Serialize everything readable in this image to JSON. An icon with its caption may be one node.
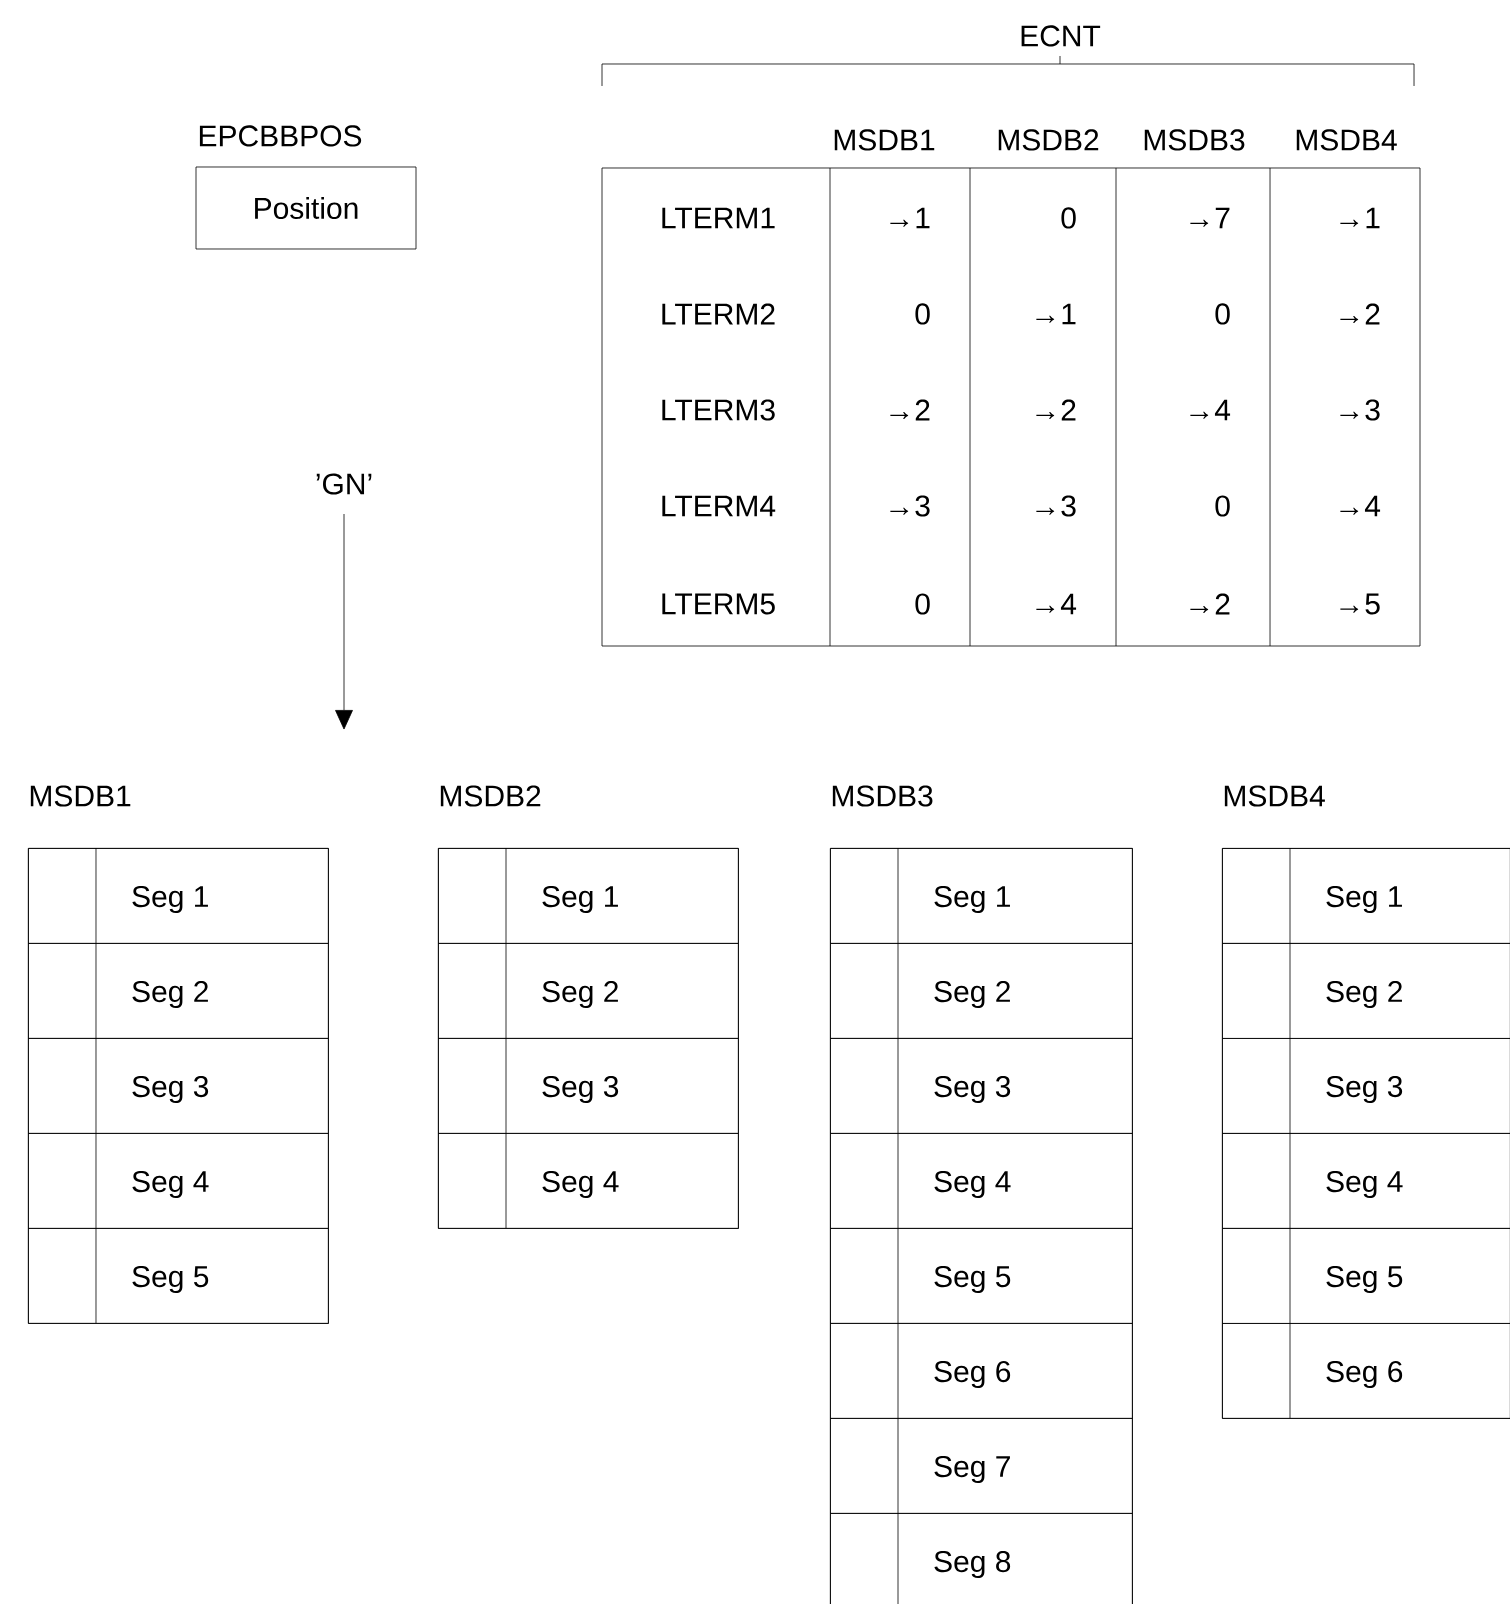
{
  "diagram": {
    "nodes": [
      {
        "text": [
          "EPCBBPOS",
          "Position"
        ]
      },
      {
        "text": [
          "MSDB1"
        ]
      },
      {
        "text": [
          "Seg 1"
        ],
        "in": 1
      },
      {
        "text": [
          "Seg 2"
        ],
        "in": 1
      },
      {
        "text": [
          "Seg 3"
        ],
        "in": 1
      },
      {
        "text": [
          "Seg 4"
        ],
        "in": 1
      },
      {
        "text": [
          "Seg 5"
        ],
        "in": 1
      },
      {
        "text": [
          "MSDB2"
        ]
      },
      {
        "text": [
          "Seg 1"
        ],
        "in": 7
      },
      {
        "text": [
          "Seg 2"
        ],
        "in": 7
      },
      {
        "text": [
          "Seg 3"
        ],
        "in": 7
      },
      {
        "text": [
          "Seg 4"
        ],
        "in": 7
      },
      {
        "text": [
          "MSDB3"
        ]
      },
      {
        "text": [
          "Seg 1"
        ],
        "in": 12
      },
      {
        "text": [
          "Seg 2"
        ],
        "in": 12
      },
      {
        "text": [
          "Seg 3"
        ],
        "in": 12
      },
      {
        "text": [
          "Seg 4"
        ],
        "in": 12
      },
      {
        "text": [
          "Seg 5"
        ],
        "in": 12
      },
      {
        "text": [
          "Seg 6"
        ],
        "in": 12
      },
      {
        "text": [
          "Seg 7"
        ],
        "in": 12
      },
      {
        "text": [
          "Seg 8"
        ],
        "in": 12
      },
      {
        "text": [
          "MSDB4"
        ]
      },
      {
        "text": [
          "Seg 1"
        ],
        "in": 21
      },
      {
        "text": [
          "Seg 2"
        ],
        "in": 21
      },
      {
        "text": [
          "Seg 3"
        ],
        "in": 21
      },
      {
        "text": [
          "Seg 4"
        ],
        "in": 21
      },
      {
        "text": [
          "Seg 5"
        ],
        "in": 21
      },
      {
        "text": [
          "Seg 6"
        ],
        "in": 21
      }
    ],
    "labels": [
      "ECNT",
      "MSDB1",
      "MSDB2",
      "MSDB3",
      "MSDB4",
      "LTERM1",
      "→1",
      "0",
      "→7",
      "→1",
      "LTERM2",
      "0",
      "→1",
      "0",
      "→2",
      "LTERM3",
      "→2",
      "→2",
      "→4",
      "→3",
      "LTERM4",
      "→3",
      "→3",
      "0",
      "→4",
      "LTERM5",
      "0",
      "→4",
      "→2",
      "→5",
      "’GN’"
    ]
  }
}
